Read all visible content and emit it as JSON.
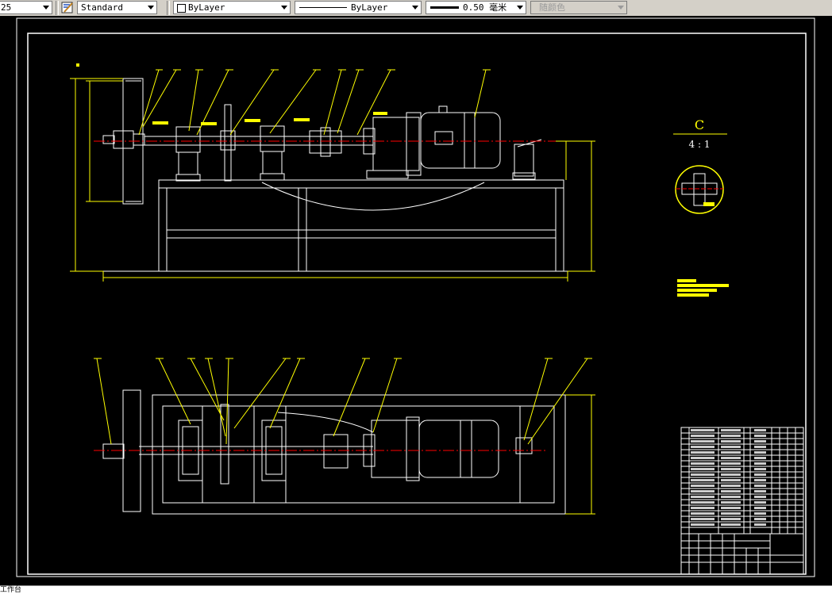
{
  "toolbar": {
    "leading_value": "25",
    "text_style": "Standard",
    "color_control": "ByLayer",
    "linetype_control": "ByLayer",
    "lineweight_control": "0.50 毫米",
    "plot_style_control": "随颜色"
  },
  "drawing": {
    "detail_label": "C",
    "detail_scale": "4 : 1"
  },
  "command_line": {
    "text": "工作台"
  },
  "colors": {
    "background": "#000000",
    "frame": "#ffffff",
    "dimension": "#ffff00",
    "centerline": "#ff0000",
    "toolbar": "#d4d0c8"
  }
}
